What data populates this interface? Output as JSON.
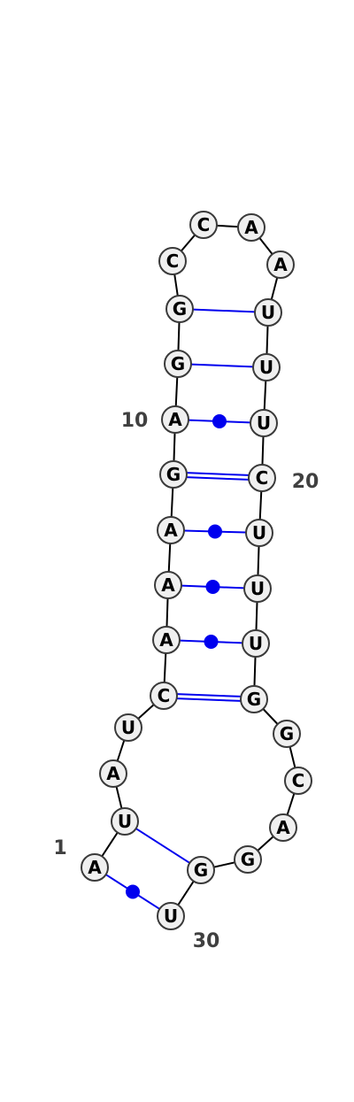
{
  "colors": {
    "background": "#ffffff",
    "backbone": "#000000",
    "pair": "#0000ee",
    "nucleotide_fill": "#f0f0f0",
    "nucleotide_stroke": "#3a3a3a",
    "label": "#404040"
  },
  "diagram": {
    "sequence": [
      "A",
      "U",
      "A",
      "U",
      "C",
      "A",
      "A",
      "A",
      "G",
      "A",
      "G",
      "G",
      "C",
      "C",
      "A",
      "A",
      "U",
      "U",
      "U",
      "C",
      "U",
      "U",
      "U",
      "G",
      "G",
      "C",
      "A",
      "G",
      "G",
      "U"
    ],
    "pairs": [
      {
        "i": 1,
        "j": 30,
        "type": "GU"
      },
      {
        "i": 2,
        "j": 29,
        "type": "AU"
      },
      {
        "i": 5,
        "j": 24,
        "type": "GC"
      },
      {
        "i": 6,
        "j": 23,
        "type": "GU"
      },
      {
        "i": 7,
        "j": 22,
        "type": "GU"
      },
      {
        "i": 8,
        "j": 21,
        "type": "GU"
      },
      {
        "i": 9,
        "j": 20,
        "type": "GC"
      },
      {
        "i": 10,
        "j": 19,
        "type": "GU"
      },
      {
        "i": 11,
        "j": 18,
        "type": "AU"
      },
      {
        "i": 12,
        "j": 17,
        "type": "AU"
      }
    ],
    "index_labels": [
      {
        "index": 1,
        "text": "1"
      },
      {
        "index": 10,
        "text": "10"
      },
      {
        "index": 20,
        "text": "20"
      },
      {
        "index": 30,
        "text": "30"
      }
    ]
  }
}
